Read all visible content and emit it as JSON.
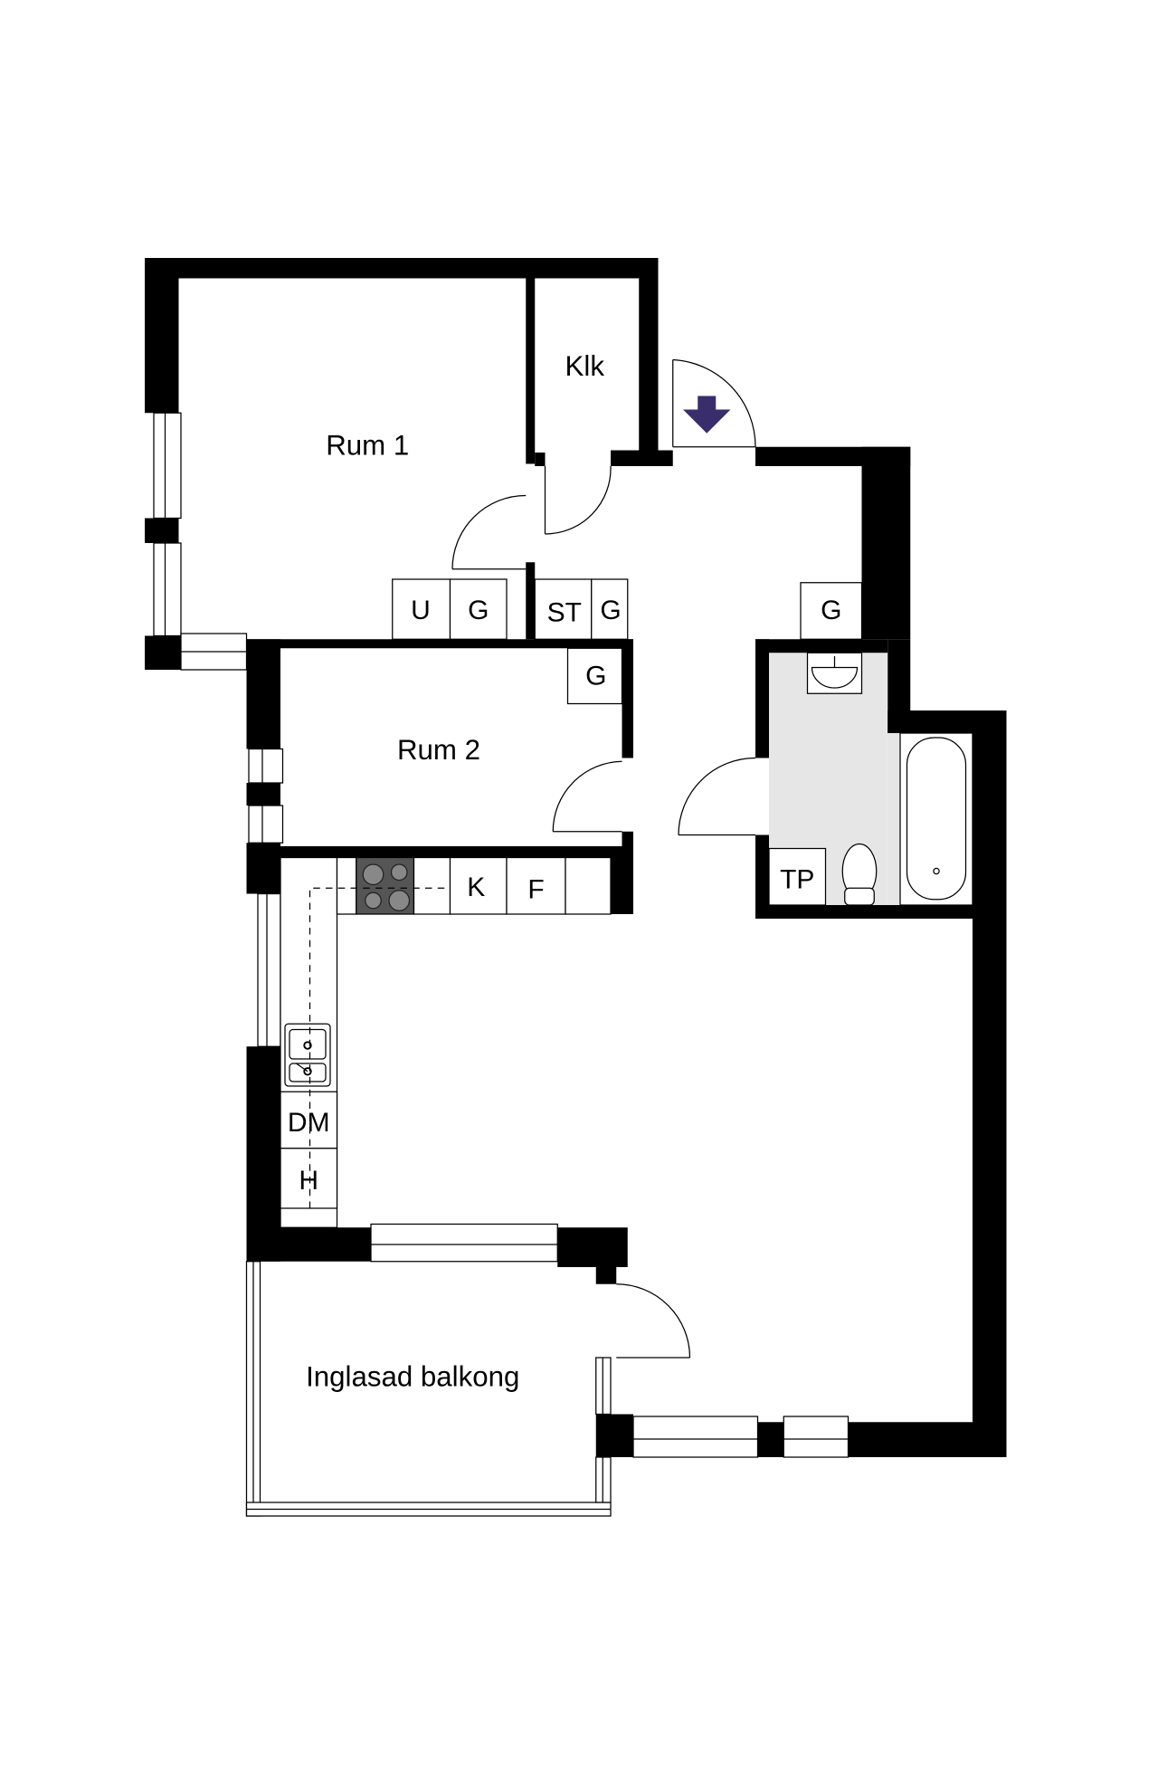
{
  "rooms": {
    "rum1": "Rum 1",
    "klk": "Klk",
    "rum2": "Rum 2",
    "balcony": "Inglasad balkong"
  },
  "fixtures": {
    "u": "U",
    "g1": "G",
    "st": "ST",
    "g2": "G",
    "g_hall": "G",
    "g_rum2": "G",
    "tp": "TP",
    "k": "K",
    "f": "F",
    "dm": "DM",
    "h": "H"
  },
  "icons": {
    "entrance": "arrow-down-icon"
  },
  "colors": {
    "wall": "#000000",
    "bathroom_floor": "#e6e6e6",
    "entrance_arrow": "#3a2d6b",
    "stove": "#555555"
  }
}
